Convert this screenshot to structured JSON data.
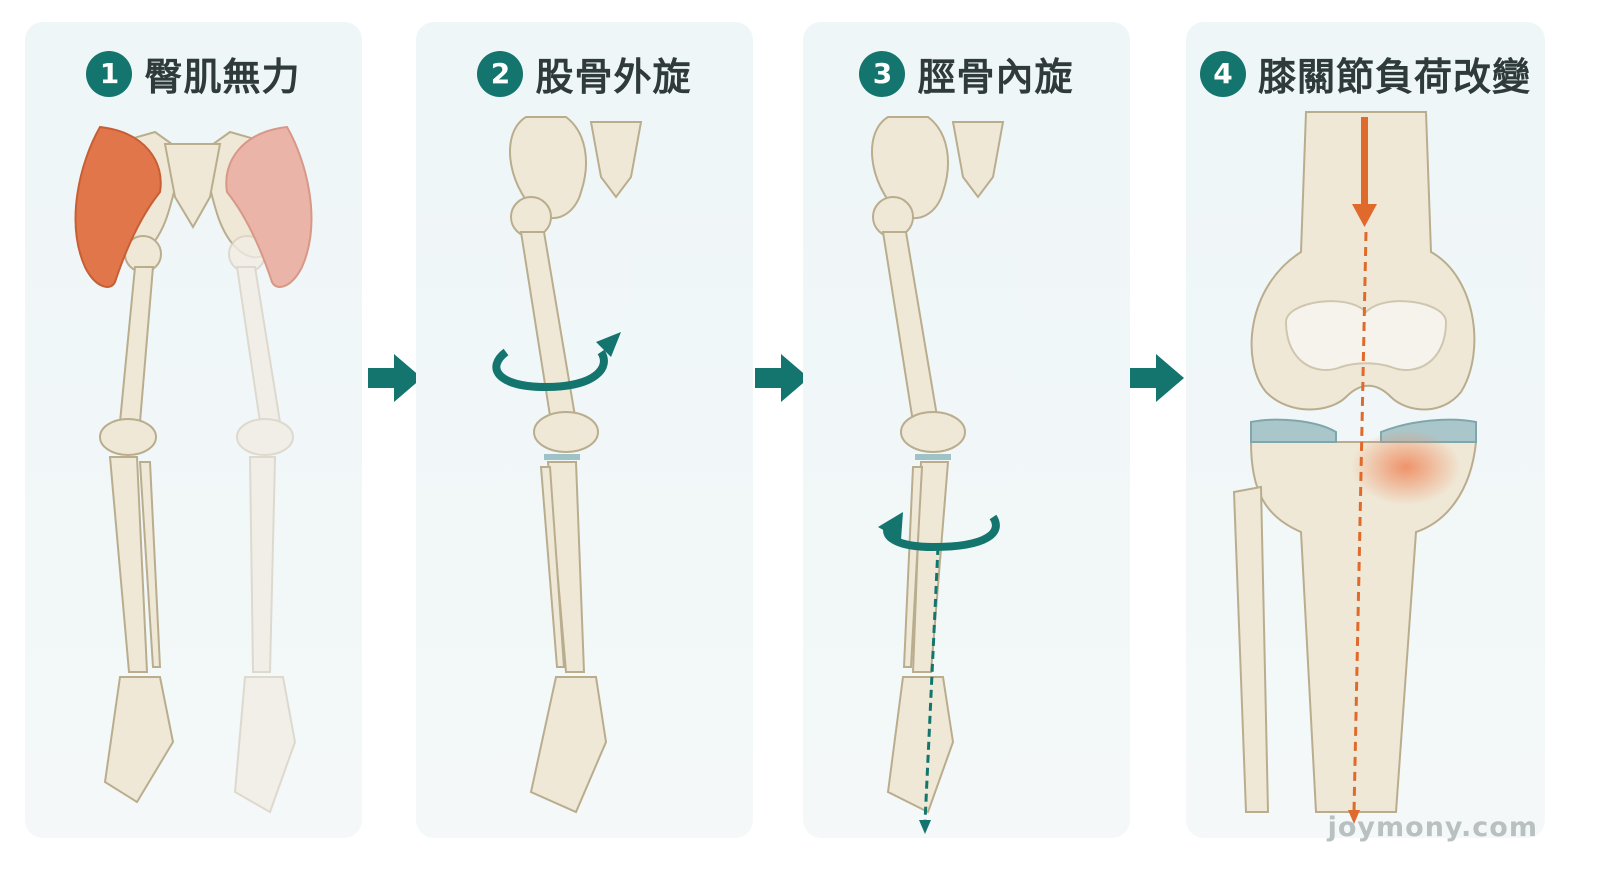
{
  "steps": [
    {
      "number": "1",
      "title": "臀肌無力"
    },
    {
      "number": "2",
      "title": "股骨外旋"
    },
    {
      "number": "3",
      "title": "脛骨內旋"
    },
    {
      "number": "4",
      "title": "膝關節負荷改變"
    }
  ],
  "watermark": "joymony.com",
  "colors": {
    "accent": "#14756e",
    "bone": "#efe8d6",
    "bone_outline": "#b9ad8e",
    "muscle_weak": "#e0764a",
    "muscle_normal": "#eab4a8",
    "load_arrow": "#e06a2c",
    "panel_bg": "#eef6f7"
  }
}
